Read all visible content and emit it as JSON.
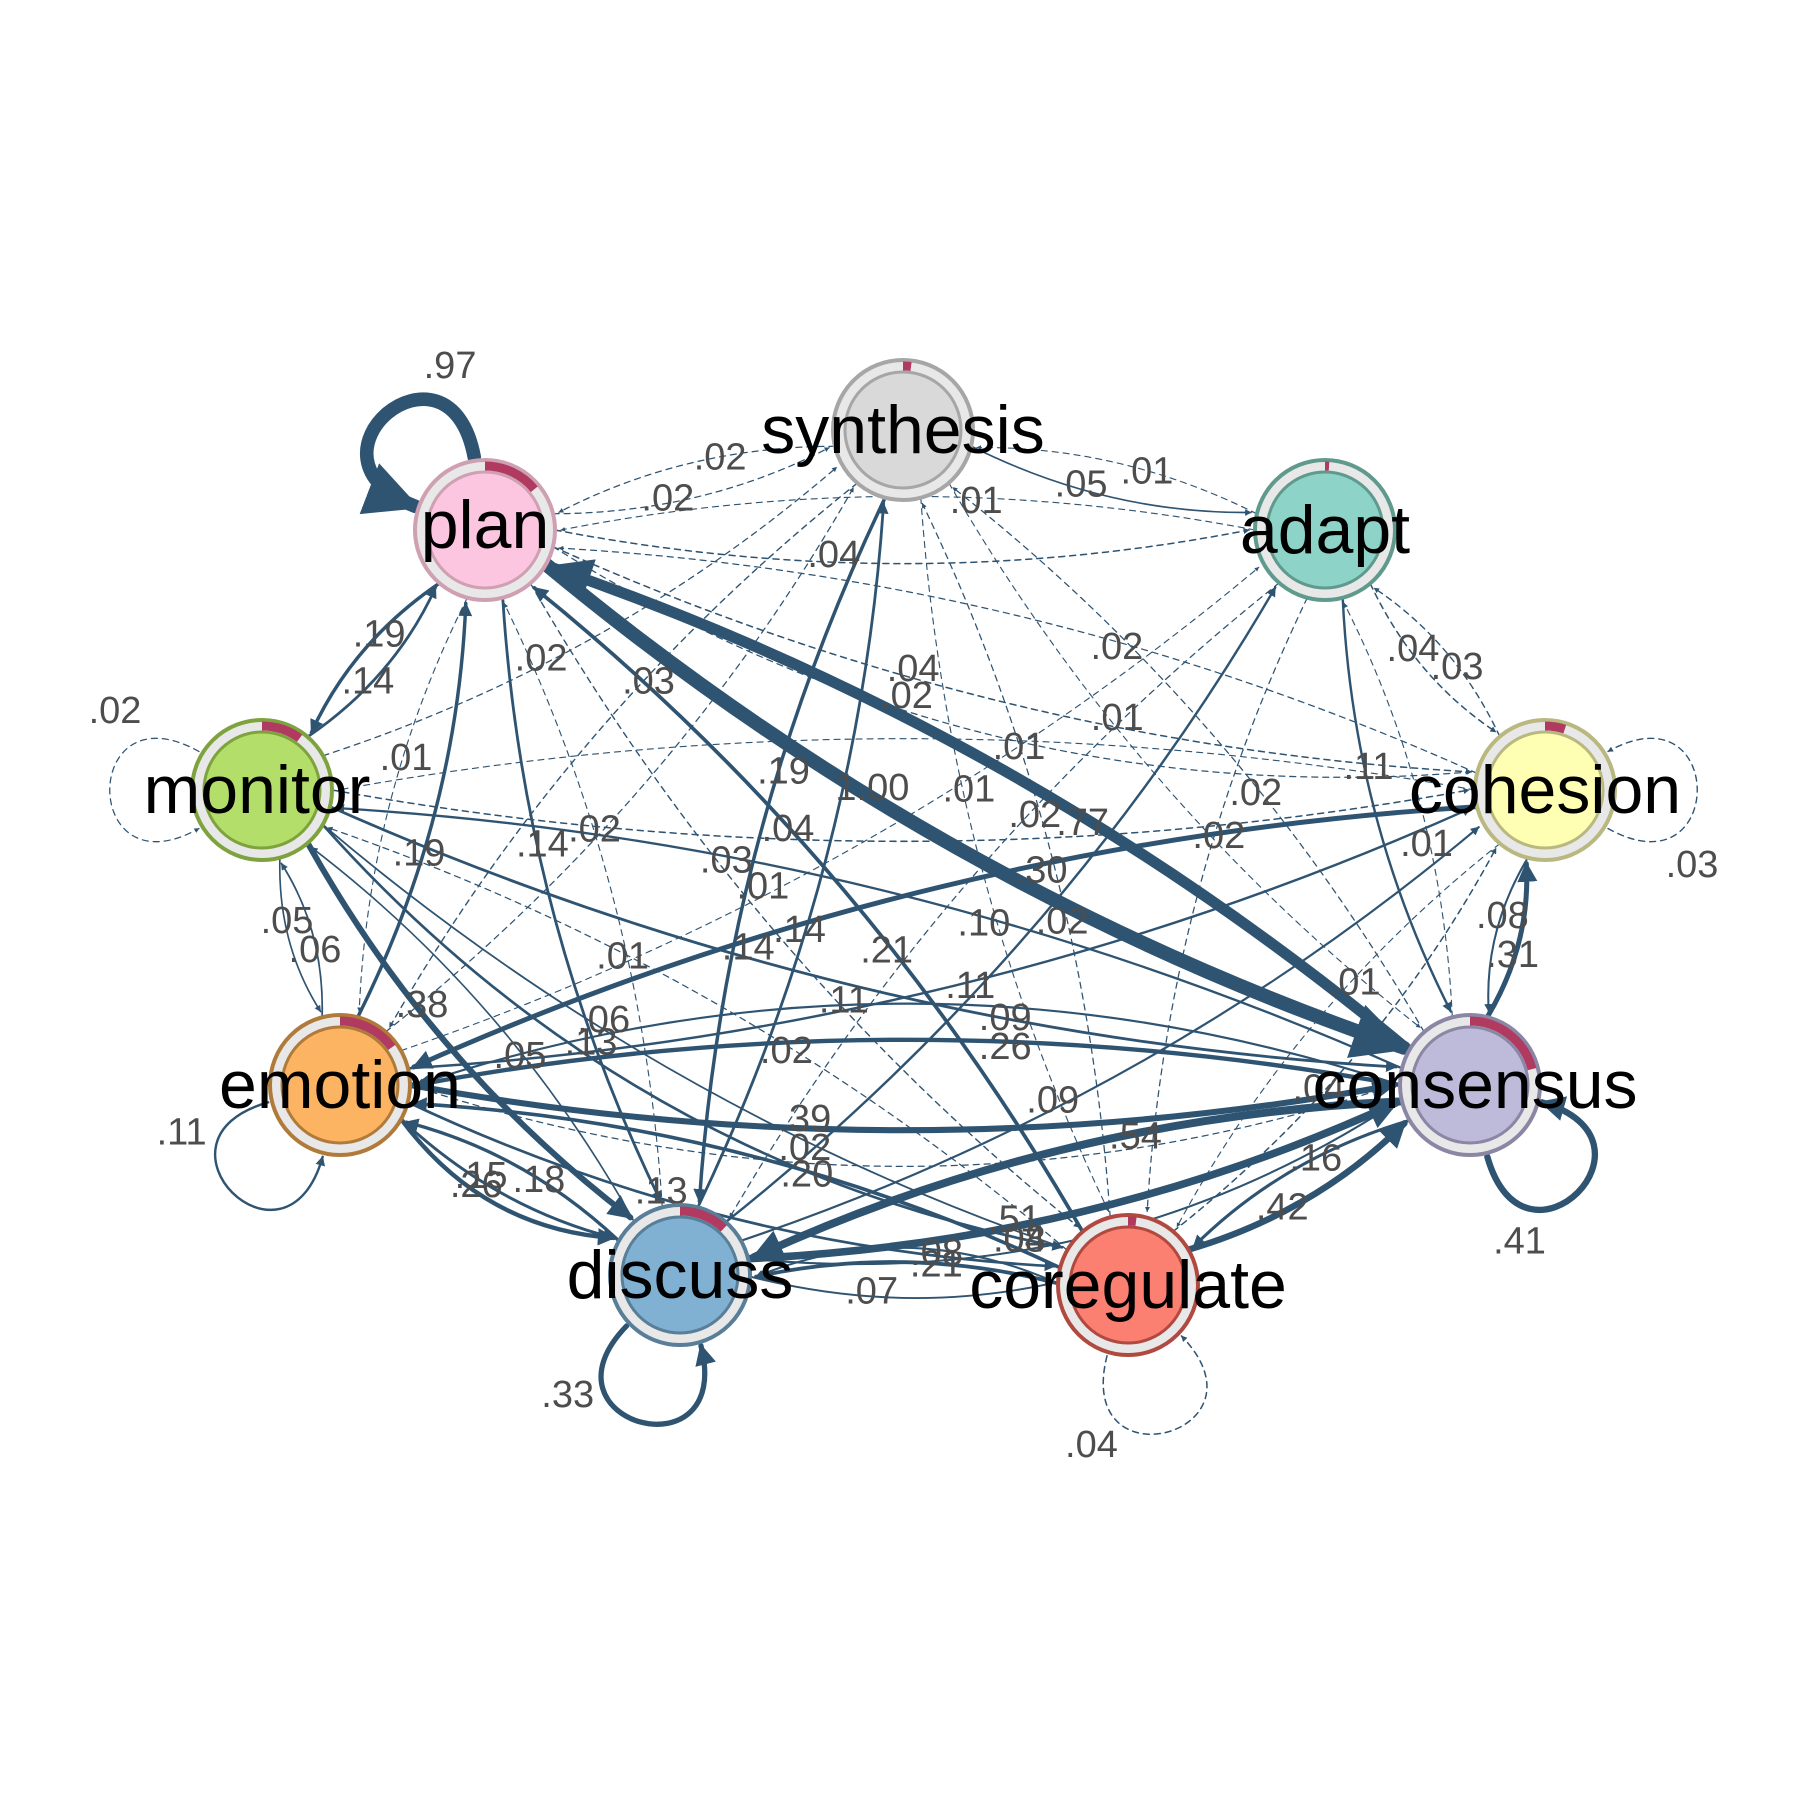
{
  "colors": {
    "edge": "#2f5472",
    "label": "#4d4d4d",
    "pie": "#b03a60",
    "ring": "#e8e8e8"
  },
  "nodes": [
    {
      "id": "plan",
      "label": "plan",
      "fill": "#fcc6e0",
      "border": "#cf9fb2",
      "pie": 0.14
    },
    {
      "id": "synthesis",
      "label": "synthesis",
      "fill": "#d9d9d9",
      "border": "#a6a6a6",
      "pie": 0.02
    },
    {
      "id": "adapt",
      "label": "adapt",
      "fill": "#8dd3c7",
      "border": "#5f9a8d",
      "pie": 0.01
    },
    {
      "id": "monitor",
      "label": "monitor",
      "fill": "#b3de69",
      "border": "#7ea33e",
      "pie": 0.1
    },
    {
      "id": "cohesion",
      "label": "cohesion",
      "fill": "#ffffb3",
      "border": "#b8b880",
      "pie": 0.05
    },
    {
      "id": "emotion",
      "label": "emotion",
      "fill": "#fdb462",
      "border": "#b07a3a",
      "pie": 0.15
    },
    {
      "id": "consensus",
      "label": "consensus",
      "fill": "#bebada",
      "border": "#8a86a4",
      "pie": 0.21
    },
    {
      "id": "discuss",
      "label": "discuss",
      "fill": "#80b1d3",
      "border": "#587e98",
      "pie": 0.12
    },
    {
      "id": "coregulate",
      "label": "coregulate",
      "fill": "#fb8072",
      "border": "#b04a40",
      "pie": 0.02
    }
  ],
  "edges": [
    {
      "from": "plan",
      "to": "plan",
      "weight": 0.97,
      "label": ".97"
    },
    {
      "from": "monitor",
      "to": "monitor",
      "weight": 0.02,
      "label": ".02"
    },
    {
      "from": "cohesion",
      "to": "cohesion",
      "weight": 0.03,
      "label": ".03"
    },
    {
      "from": "emotion",
      "to": "emotion",
      "weight": 0.11,
      "label": ".11"
    },
    {
      "from": "consensus",
      "to": "consensus",
      "weight": 0.41,
      "label": ".41"
    },
    {
      "from": "discuss",
      "to": "discuss",
      "weight": 0.33,
      "label": ".33"
    },
    {
      "from": "coregulate",
      "to": "coregulate",
      "weight": 0.04,
      "label": ".04"
    },
    {
      "from": "plan",
      "to": "consensus",
      "weight": 1.0,
      "label": "1.00"
    },
    {
      "from": "consensus",
      "to": "plan",
      "weight": 0.77,
      "label": ".77"
    },
    {
      "from": "plan",
      "to": "adapt",
      "weight": 0.04,
      "label": ".04"
    },
    {
      "from": "plan",
      "to": "synthesis",
      "weight": 0.02,
      "label": ".02"
    },
    {
      "from": "synthesis",
      "to": "plan",
      "weight": 0.02,
      "label": ".02"
    },
    {
      "from": "plan",
      "to": "cohesion",
      "weight": 0.04,
      "label": ".04"
    },
    {
      "from": "adapt",
      "to": "plan",
      "weight": 0.01,
      "label": ".01"
    },
    {
      "from": "synthesis",
      "to": "adapt",
      "weight": 0.05,
      "label": ".05"
    },
    {
      "from": "adapt",
      "to": "synthesis",
      "weight": 0.01,
      "label": ".01"
    },
    {
      "from": "discuss",
      "to": "synthesis",
      "weight": 0.14,
      "label": ".14"
    },
    {
      "from": "plan",
      "to": "monitor",
      "weight": 0.19,
      "label": ".19"
    },
    {
      "from": "monitor",
      "to": "plan",
      "weight": 0.14,
      "label": ".14"
    },
    {
      "from": "emotion",
      "to": "plan",
      "weight": 0.19,
      "label": ".19"
    },
    {
      "from": "plan",
      "to": "emotion",
      "weight": 0.01,
      "label": ".01"
    },
    {
      "from": "discuss",
      "to": "plan",
      "weight": 0.01,
      "label": ".01"
    },
    {
      "from": "plan",
      "to": "discuss",
      "weight": 0.14,
      "label": ".14"
    },
    {
      "from": "coregulate",
      "to": "plan",
      "weight": 0.21,
      "label": ".21"
    },
    {
      "from": "plan",
      "to": "coregulate",
      "weight": 0.03,
      "label": ".03"
    },
    {
      "from": "cohesion",
      "to": "plan",
      "weight": 0.02,
      "label": ".02"
    },
    {
      "from": "synthesis",
      "to": "consensus",
      "weight": 0.01,
      "label": ".01"
    },
    {
      "from": "synthesis",
      "to": "coregulate",
      "weight": 0.01,
      "label": ".01"
    },
    {
      "from": "synthesis",
      "to": "discuss",
      "weight": 0.19,
      "label": ".19"
    },
    {
      "from": "adapt",
      "to": "cohesion",
      "weight": 0.04,
      "label": ".04"
    },
    {
      "from": "consensus",
      "to": "adapt",
      "weight": 0.01,
      "label": ".01"
    },
    {
      "from": "cohesion",
      "to": "adapt",
      "weight": 0.03,
      "label": ".03"
    },
    {
      "from": "discuss",
      "to": "adapt",
      "weight": 0.11,
      "label": ".11"
    },
    {
      "from": "adapt",
      "to": "consensus",
      "weight": 0.11,
      "label": ".11"
    },
    {
      "from": "emotion",
      "to": "adapt",
      "weight": 0.01,
      "label": ".01"
    },
    {
      "from": "adapt",
      "to": "coregulate",
      "weight": 0.02,
      "label": ".02"
    },
    {
      "from": "cohesion",
      "to": "emotion",
      "weight": 0.3,
      "label": ".30"
    },
    {
      "from": "monitor",
      "to": "cohesion",
      "weight": 0.04,
      "label": ".04"
    },
    {
      "from": "cohesion",
      "to": "monitor",
      "weight": 0.01,
      "label": ".01"
    },
    {
      "from": "cohesion",
      "to": "consensus",
      "weight": 0.08,
      "label": ".08"
    },
    {
      "from": "consensus",
      "to": "cohesion",
      "weight": 0.31,
      "label": ".31"
    },
    {
      "from": "discuss",
      "to": "cohesion",
      "weight": 0.09,
      "label": ".09"
    },
    {
      "from": "coregulate",
      "to": "cohesion",
      "weight": 0.04,
      "label": ".04"
    },
    {
      "from": "emotion",
      "to": "cohesion",
      "weight": 0.11,
      "label": ".11"
    },
    {
      "from": "monitor",
      "to": "emotion",
      "weight": 0.05,
      "label": ".05"
    },
    {
      "from": "emotion",
      "to": "monitor",
      "weight": 0.06,
      "label": ".06"
    },
    {
      "from": "monitor",
      "to": "discuss",
      "weight": 0.38,
      "label": ".38"
    },
    {
      "from": "discuss",
      "to": "monitor",
      "weight": 0.05,
      "label": ".05"
    },
    {
      "from": "monitor",
      "to": "consensus",
      "weight": 0.14,
      "label": ".14"
    },
    {
      "from": "consensus",
      "to": "monitor",
      "weight": 0.1,
      "label": ".10"
    },
    {
      "from": "coregulate",
      "to": "monitor",
      "weight": 0.02,
      "label": ".02"
    },
    {
      "from": "monitor",
      "to": "coregulate",
      "weight": 0.06,
      "label": ".06"
    },
    {
      "from": "monitor",
      "to": "synthesis",
      "weight": 0.02,
      "label": ".02"
    },
    {
      "from": "emotion",
      "to": "consensus",
      "weight": 0.39,
      "label": ".39"
    },
    {
      "from": "consensus",
      "to": "emotion",
      "weight": 0.26,
      "label": ".26"
    },
    {
      "from": "emotion",
      "to": "discuss",
      "weight": 0.15,
      "label": ".15"
    },
    {
      "from": "discuss",
      "to": "emotion",
      "weight": 0.18,
      "label": ".18"
    },
    {
      "from": "emotion",
      "to": "coregulate",
      "weight": 0.13,
      "label": ".13"
    },
    {
      "from": "coregulate",
      "to": "emotion",
      "weight": 0.2,
      "label": ".20"
    },
    {
      "from": "emotion",
      "to": "synthesis",
      "weight": 0.02,
      "label": ".02"
    },
    {
      "from": "consensus",
      "to": "discuss",
      "weight": 0.54,
      "label": ".54"
    },
    {
      "from": "discuss",
      "to": "consensus",
      "weight": 0.51,
      "label": ".51"
    },
    {
      "from": "consensus",
      "to": "coregulate",
      "weight": 0.16,
      "label": ".16"
    },
    {
      "from": "coregulate",
      "to": "consensus",
      "weight": 0.42,
      "label": ".42"
    },
    {
      "from": "consensus",
      "to": "synthesis",
      "weight": 0.02,
      "label": ".02"
    },
    {
      "from": "coregulate",
      "to": "discuss",
      "weight": 0.21,
      "label": ".21"
    },
    {
      "from": "discuss",
      "to": "coregulate",
      "weight": 0.07,
      "label": ".07"
    },
    {
      "from": "coregulate",
      "to": "synthesis",
      "weight": 0.02,
      "label": ".02"
    },
    {
      "from": "plan",
      "to": "cohesion",
      "weight": 0.02,
      "label": ".02"
    },
    {
      "from": "synthesis",
      "to": "emotion",
      "weight": 0.03,
      "label": ".03"
    },
    {
      "from": "adapt",
      "to": "discuss",
      "weight": 0.02,
      "label": ".02"
    },
    {
      "from": "emotion",
      "to": "discuss",
      "weight": 0.26,
      "label": ".26"
    },
    {
      "from": "monitor",
      "to": "coregulate",
      "weight": 0.13,
      "label": ".13"
    },
    {
      "from": "cohesion",
      "to": "coregulate",
      "weight": 0.01,
      "label": ".01"
    },
    {
      "from": "consensus",
      "to": "emotion",
      "weight": 0.09,
      "label": ".09"
    },
    {
      "from": "coregulate",
      "to": "discuss",
      "weight": 0.08,
      "label": ".08"
    },
    {
      "from": "discuss",
      "to": "consensus",
      "weight": 0.04,
      "label": ".04"
    },
    {
      "from": "emotion",
      "to": "consensus",
      "weight": 0.02,
      "label": ".02"
    },
    {
      "from": "discuss",
      "to": "consensus",
      "weight": 0.08,
      "label": ".08"
    }
  ]
}
